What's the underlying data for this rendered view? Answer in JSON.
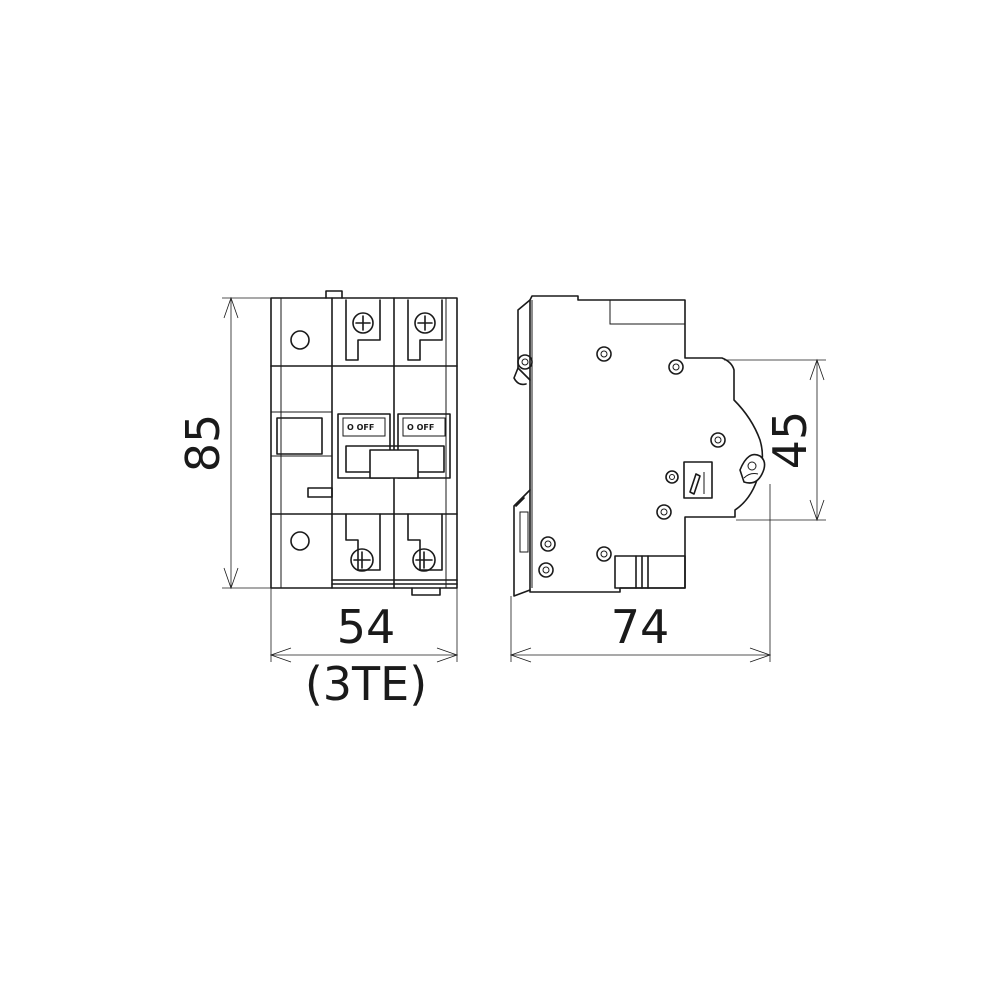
{
  "dimensions": {
    "height": "85",
    "width_front": "54",
    "width_modules": "(3TE)",
    "depth": "74",
    "front_height": "45"
  },
  "labels": {
    "switch_1": "O  OFF",
    "switch_2": "O  OFF"
  }
}
